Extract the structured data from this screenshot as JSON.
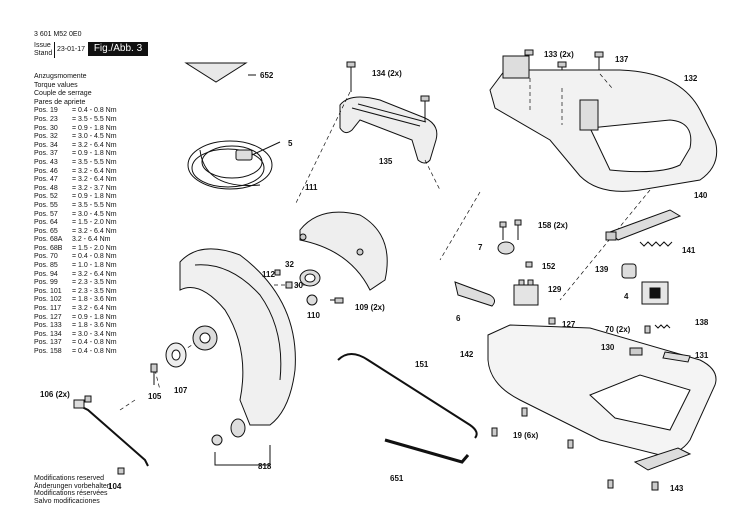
{
  "header": {
    "part_number": "3 601 M52 0E0",
    "issue_label": "Issue",
    "stand_label": "Stand",
    "date": "23-01-17",
    "figure": "Fig./Abb. 3"
  },
  "torque": {
    "title_lines": [
      "Anzugsmomente",
      "Torque values",
      "Couple de serrage",
      "Pares de apriete"
    ],
    "rows": [
      {
        "pos": "Pos. 19",
        "value": "= 0.4 - 0.8 Nm"
      },
      {
        "pos": "Pos. 23",
        "value": "= 3.5 - 5.5 Nm"
      },
      {
        "pos": "Pos. 30",
        "value": "= 0.9 - 1.8 Nm"
      },
      {
        "pos": "Pos. 32",
        "value": "= 3.0 - 4.5 Nm"
      },
      {
        "pos": "Pos. 34",
        "value": "= 3.2 - 6.4 Nm"
      },
      {
        "pos": "Pos. 37",
        "value": "= 0.9 - 1.8 Nm"
      },
      {
        "pos": "Pos. 43",
        "value": "= 3.5 - 5.5 Nm"
      },
      {
        "pos": "Pos. 46",
        "value": "= 3.2 - 6.4 Nm"
      },
      {
        "pos": "Pos. 47",
        "value": "= 3.2 - 6.4 Nm"
      },
      {
        "pos": "Pos. 48",
        "value": "= 3.2 - 3.7 Nm"
      },
      {
        "pos": "Pos. 52",
        "value": "= 0.9 - 1.8 Nm"
      },
      {
        "pos": "Pos. 55",
        "value": "= 3.5 - 5.5 Nm"
      },
      {
        "pos": "Pos. 57",
        "value": "= 3.0 - 4.5 Nm"
      },
      {
        "pos": "Pos. 64",
        "value": "= 1.5 - 2.0 Nm"
      },
      {
        "pos": "Pos. 65",
        "value": "= 3.2 - 6.4 Nm"
      },
      {
        "pos": "Pos. 68A",
        "value": "3.2 - 6.4 Nm"
      },
      {
        "pos": "Pos. 68B",
        "value": "= 1.5 - 2.0 Nm"
      },
      {
        "pos": "Pos. 70",
        "value": "= 0.4 - 0.8 Nm"
      },
      {
        "pos": "Pos. 85",
        "value": "= 1.0 - 1.8 Nm"
      },
      {
        "pos": "Pos. 94",
        "value": "= 3.2 - 6.4 Nm"
      },
      {
        "pos": "Pos. 99",
        "value": "= 2.3 - 3.5 Nm"
      },
      {
        "pos": "Pos. 101",
        "value": "= 2.3 - 3.5 Nm"
      },
      {
        "pos": "Pos. 102",
        "value": "= 1.8 - 3.6 Nm"
      },
      {
        "pos": "Pos. 117",
        "value": "= 3.2 - 6.4 Nm"
      },
      {
        "pos": "Pos. 127",
        "value": "= 0.9 - 1.8 Nm"
      },
      {
        "pos": "Pos. 133",
        "value": "= 1.8 - 3.6 Nm"
      },
      {
        "pos": "Pos. 134",
        "value": "= 3.0 - 3.4 Nm"
      },
      {
        "pos": "Pos. 137",
        "value": "= 0.4 - 0.8 Nm"
      },
      {
        "pos": "Pos. 158",
        "value": "= 0.4 - 0.8 Nm"
      }
    ]
  },
  "footer": {
    "lines": [
      "Modifications reserved",
      "Änderungen vorbehalten",
      "Modifications réservées",
      "Salvo modificaciones"
    ]
  },
  "callouts": {
    "c652": "652",
    "c134": "134 (2x)",
    "c133": "133 (2x)",
    "c137": "137",
    "c132": "132",
    "c5": "5",
    "c135": "135",
    "c111": "111",
    "c140": "140",
    "c158": "158 (2x)",
    "c7": "7",
    "c32": "32",
    "c112": "112",
    "c30": "30",
    "c152": "152",
    "c141": "141",
    "c139": "139",
    "c129": "129",
    "c4": "4",
    "c110": "110",
    "c109": "109 (2x)",
    "c6": "6",
    "c127": "127",
    "c138": "138",
    "c70": "70 (2x)",
    "c142": "142",
    "c130": "130",
    "c131": "131",
    "c151": "151",
    "c107": "107",
    "c105": "105",
    "c106": "106 (2x)",
    "c19": "19 (6x)",
    "c104": "104",
    "c818": "818",
    "c651": "651",
    "c143": "143"
  }
}
